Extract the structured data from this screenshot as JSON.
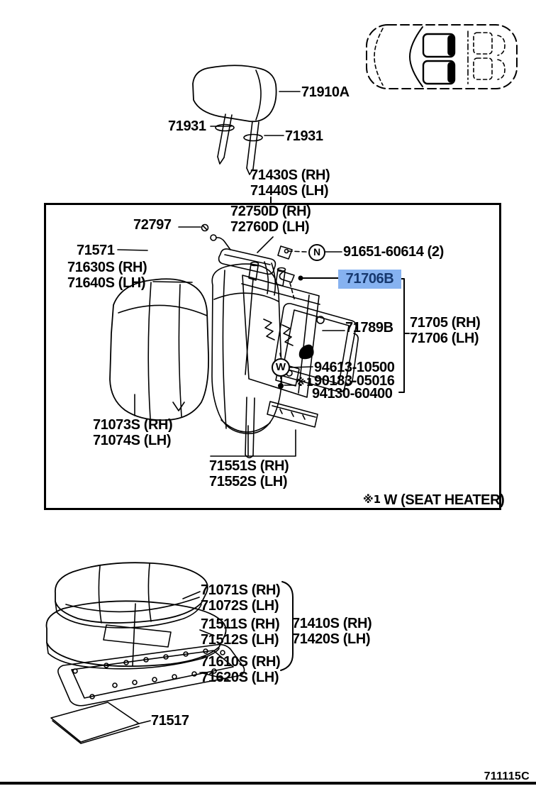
{
  "doc": {
    "code": "711115C"
  },
  "colors": {
    "highlight_bg": "#86b2f0",
    "highlight_text": "#16386e",
    "ink": "#000000",
    "paper": "#ffffff"
  },
  "symbols": {
    "nut": "N",
    "washer": "W"
  },
  "top_section": {
    "headrest": {
      "part": "71910A"
    },
    "headrest_support_left": {
      "part": "71931"
    },
    "headrest_support_right": {
      "part": "71931"
    },
    "seat_back_assy": {
      "rh": "71430S (RH)",
      "lh": "71440S (LH)"
    }
  },
  "box_section": {
    "reclining_cover": {
      "rh": "72750D (RH)",
      "lh": "72760D (LH)"
    },
    "screw_72797": {
      "part": "72797"
    },
    "garnish_71571": {
      "part": "71571"
    },
    "seat_back_cover": {
      "rh": "71630S (RH)",
      "lh": "71640S (LH)"
    },
    "nut_91651": {
      "part": "91651-60614 (2)"
    },
    "board_sub_71706b": {
      "part": "71706B"
    },
    "hinge_71789b": {
      "part": "71789B"
    },
    "board_assy": {
      "rh": "71705 (RH)",
      "lh": "71706 (LH)"
    },
    "washer_94613": {
      "part": "94613-10500"
    },
    "screw_90183": {
      "ref": "※1",
      "part": "90183-05016"
    },
    "screw_94130": {
      "part": "94130-60400"
    },
    "seat_back_pad": {
      "rh": "71073S (RH)",
      "lh": "71074S (LH)"
    },
    "seat_back_spring": {
      "rh": "71551S (RH)",
      "lh": "71552S (LH)"
    },
    "footnote": {
      "ref": "※1",
      "text": "W (SEAT HEATER)"
    }
  },
  "bottom_section": {
    "cushion_cover": {
      "rh": "71071S (RH)",
      "lh": "71072S (LH)"
    },
    "cushion_pad": {
      "rh": "71511S (RH)",
      "lh": "71512S (LH)"
    },
    "cushion_assy": {
      "rh": "71410S (RH)",
      "lh": "71420S (LH)"
    },
    "cushion_spring": {
      "rh": "71610S (RH)",
      "lh": "71620S (LH)"
    },
    "heater_pad": {
      "part": "71517"
    }
  }
}
